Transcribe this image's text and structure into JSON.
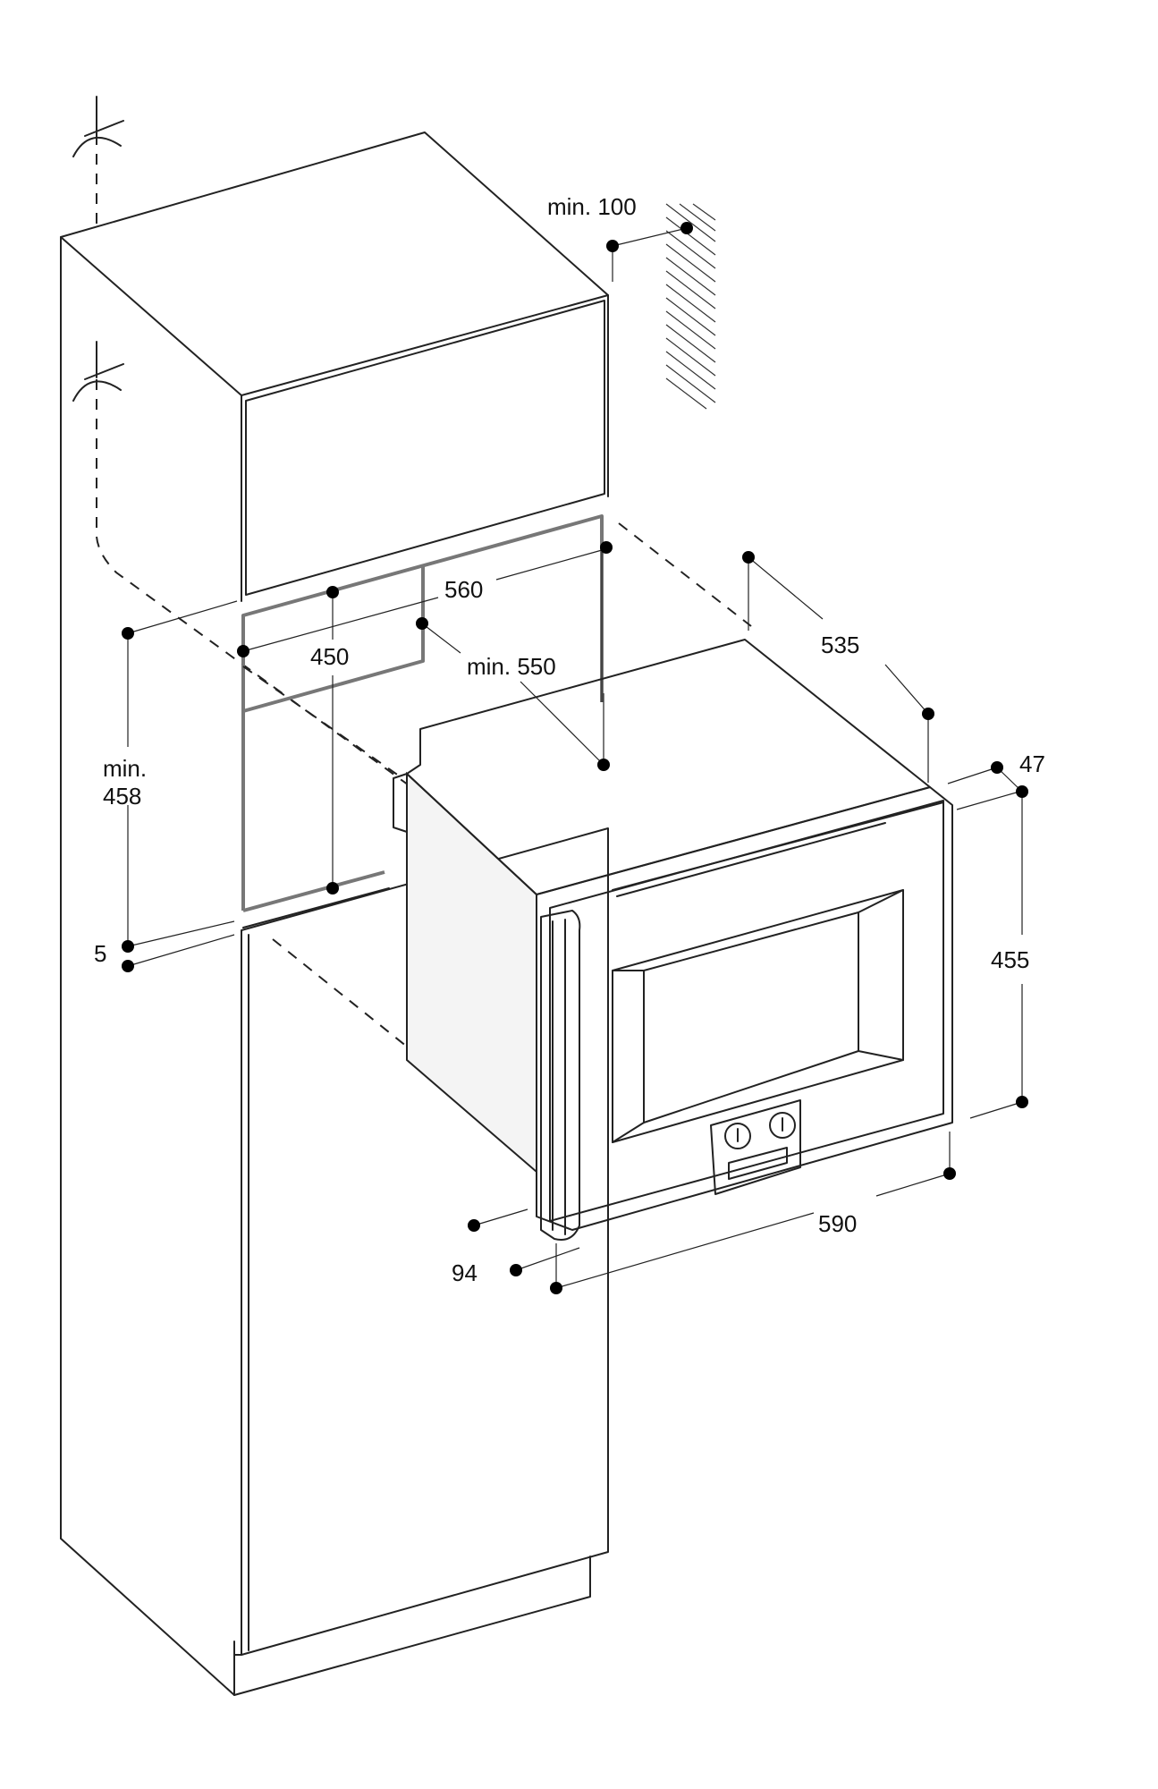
{
  "labels": {
    "min_100": "min. 100",
    "d560": "560",
    "d450": "450",
    "min_550": "min. 550",
    "d535": "535",
    "d47": "47",
    "min_label": "min.",
    "d458": "458",
    "d5": "5",
    "d455": "455",
    "d590": "590",
    "d94": "94"
  },
  "colors": {
    "line": "#222222",
    "cutout_outline": "#777777",
    "side_panel": "#f4f4f4"
  },
  "icons": [
    "wall-hatch-icon",
    "ceiling-mount-icon",
    "oven-knob-icon"
  ]
}
